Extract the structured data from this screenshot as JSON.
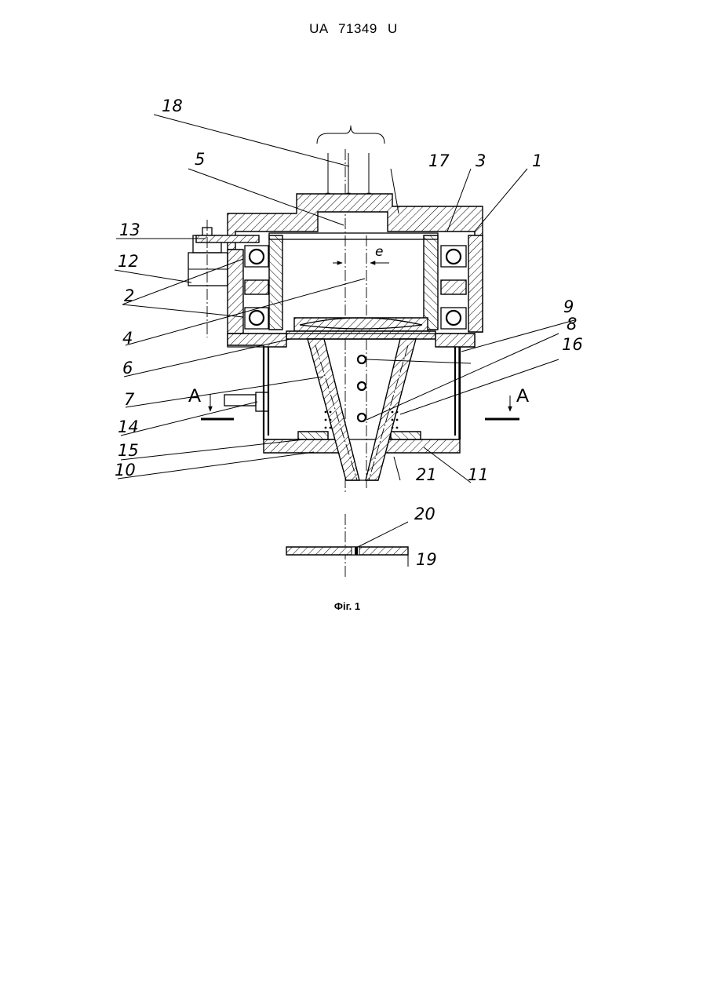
{
  "header": {
    "doc_number": "UA   71349   U"
  },
  "figure": {
    "caption": "Фіг. 1",
    "labels": {
      "n1": "1",
      "n2": "2",
      "n3": "3",
      "n4": "4",
      "n5": "5",
      "n6": "6",
      "n7": "7",
      "n8": "8",
      "n9": "9",
      "n10": "10",
      "n11": "11",
      "n12": "12",
      "n13": "13",
      "n14": "14",
      "n15": "15",
      "n16": "16",
      "n17": "17",
      "n18": "18",
      "n19": "19",
      "n20": "20",
      "n21": "21",
      "eccentricity": "e",
      "section_left": "A",
      "section_right": "A"
    }
  }
}
